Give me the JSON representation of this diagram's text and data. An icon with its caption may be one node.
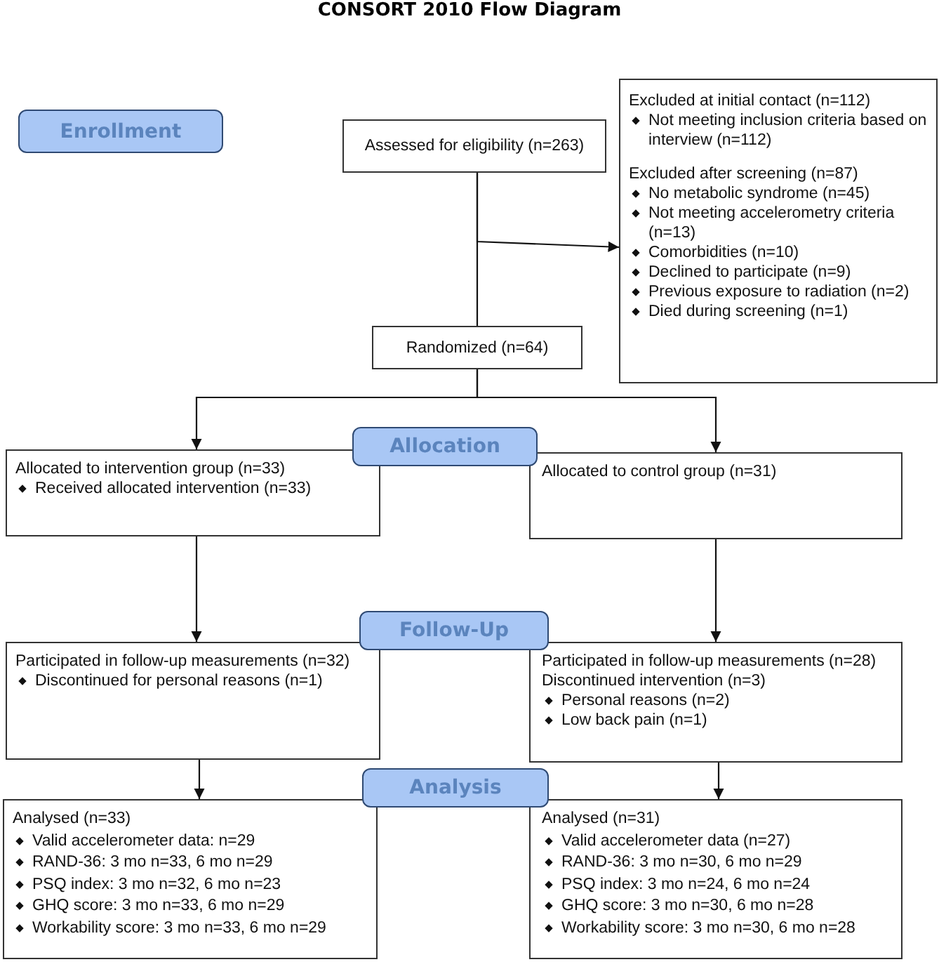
{
  "diagram": {
    "title": "CONSORT 2010 Flow Diagram",
    "nodes": [
      {
        "text": [
          "Enrollment"
        ]
      },
      {
        "text": [
          "Assessed for eligibility (n=263)"
        ]
      },
      {
        "text": [
          "Excluded at initial contact (n=112)",
          "Not meeting inclusion criteria based on interview (n=112)",
          "Excluded after screening (n=87)",
          "No metabolic syndrome (n=45)",
          "Not meeting accelerometry criteria (n=13)",
          "Comorbidities (n=10)",
          "Declined to participate (n=9)",
          "Previous exposure to radiation (n=2)",
          "Died during screening (n=1)"
        ]
      },
      {
        "text": [
          "Randomized (n=64)"
        ]
      },
      {
        "text": [
          "Allocation"
        ]
      },
      {
        "text": [
          "Allocated to intervention group (n=33)",
          "Received allocated intervention (n=33)"
        ]
      },
      {
        "text": [
          "Allocated to control group (n=31)"
        ]
      },
      {
        "text": [
          "Follow-Up"
        ]
      },
      {
        "text": [
          "Participated in follow-up measurements (n=32)",
          "Discontinued for personal reasons (n=1)"
        ]
      },
      {
        "text": [
          "Participated in follow-up measurements (n=28)",
          "Discontinued intervention (n=3)",
          "Personal reasons (n=2)",
          "Low back pain (n=1)"
        ]
      },
      {
        "text": [
          "Analysis"
        ]
      },
      {
        "text": [
          "Analysed (n=33)",
          "Valid accelerometer data: n=29",
          "RAND-36: 3 mo n=33, 6 mo n=29",
          "PSQ index: 3 mo n=32, 6 mo n=23",
          "GHQ score: 3 mo n=33, 6 mo n=29",
          "Workability score: 3 mo n=33, 6 mo n=29"
        ]
      },
      {
        "text": [
          "Analysed (n=31)",
          "Valid accelerometer data (n=27)",
          "RAND-36: 3 mo n=30, 6 mo n=29",
          "PSQ index: 3 mo n=24, 6 mo n=24",
          "GHQ score: 3 mo n=30, 6 mo n=28",
          "Workability score: 3 mo n=30, 6 mo n=28"
        ]
      }
    ],
    "edges": [
      {
        "from": 1,
        "to": 3,
        "arrow": "none"
      },
      {
        "from": 1,
        "to": 2,
        "arrow": "to"
      },
      {
        "from": 3,
        "to": 5,
        "arrow": "to"
      },
      {
        "from": 3,
        "to": 6,
        "arrow": "to"
      },
      {
        "from": 5,
        "to": 8,
        "arrow": "to"
      },
      {
        "from": 6,
        "to": 9,
        "arrow": "to"
      },
      {
        "from": 8,
        "to": 11,
        "arrow": "to"
      },
      {
        "from": 9,
        "to": 12,
        "arrow": "to"
      }
    ]
  }
}
